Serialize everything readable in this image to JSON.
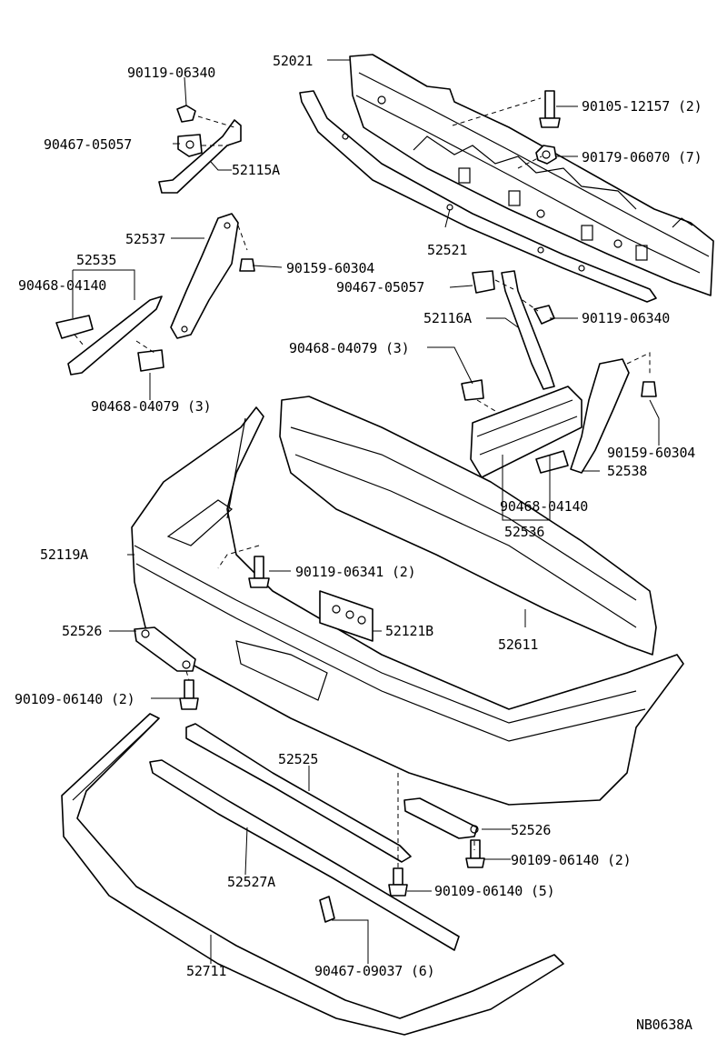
{
  "labels": {
    "p90119_06340_top": "90119-06340",
    "p52021": "52021",
    "p90105_12157": "90105-12157 (2)",
    "p90467_05057_left": "90467-05057",
    "p52115A": "52115A",
    "p90179_06070": "90179-06070 (7)",
    "p52537": "52537",
    "p52521": "52521",
    "p52535": "52535",
    "p90159_60304_left": "90159-60304",
    "p90468_04140_left": "90468-04140",
    "p90467_05057_right": "90467-05057",
    "p52116A": "52116A",
    "p90119_06340_right": "90119-06340",
    "p90468_04079_left": "90468-04079 (3)",
    "p90468_04079_right": "90468-04079 (3)",
    "p90159_60304_right": "90159-60304",
    "p52538": "52538",
    "p90468_04140_right": "90468-04140",
    "p52536": "52536",
    "p52119A": "52119A",
    "p90119_06341": "90119-06341 (2)",
    "p52526_left": "52526",
    "p52121B": "52121B",
    "p52611": "52611",
    "p90109_06140_left": "90109-06140 (2)",
    "p52525": "52525",
    "p52526_right": "52526",
    "p90109_06140_right": "90109-06140 (2)",
    "p52527A": "52527A",
    "p90109_06140_five": "90109-06140 (5)",
    "p52711": "52711",
    "p90467_09037": "90467-09037 (6)",
    "diagram_code": "NB0638A"
  }
}
